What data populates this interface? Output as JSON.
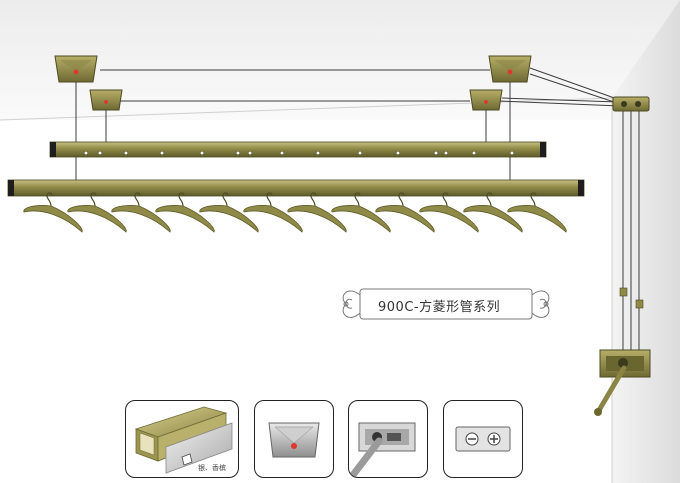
{
  "product": {
    "series_label": "900C-方菱形管系列"
  },
  "thumbnails": [
    {
      "name": "tube-profile",
      "label": "银、香槟"
    },
    {
      "name": "top-seat",
      "label": ""
    },
    {
      "name": "crank-box",
      "label": ""
    },
    {
      "name": "corner-plate",
      "label": ""
    }
  ],
  "colors": {
    "tube": "#8a8545",
    "tube_light": "#b3ad6c",
    "tube_dark": "#5e5b2a",
    "wire": "#444444",
    "accent_red": "#d93a2b",
    "wall_shade": "#e6e6e6"
  }
}
